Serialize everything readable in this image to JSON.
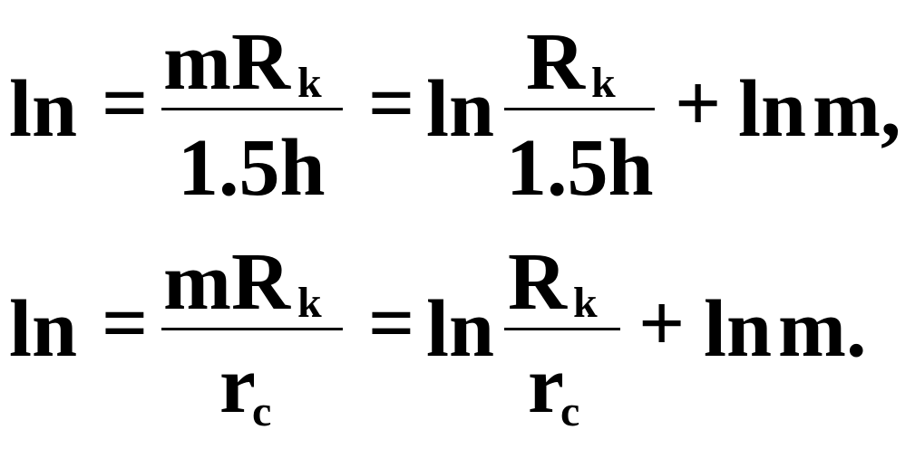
{
  "equations": [
    {
      "lhs": "ln",
      "eq1": "=",
      "frac1": {
        "num_main": "mR",
        "num_sub": "k",
        "den_main": "1.5h",
        "den_sub": ""
      },
      "eq2": "=",
      "ln2": "ln",
      "frac2": {
        "num_main": "R",
        "num_sub": "k",
        "den_main": "1.5h",
        "den_sub": ""
      },
      "plus": "+",
      "ln3": "ln",
      "tail": "m,"
    },
    {
      "lhs": "ln",
      "eq1": "=",
      "frac1": {
        "num_main": "mR",
        "num_sub": "k",
        "den_main": "r",
        "den_sub": "c"
      },
      "eq2": "=",
      "ln2": "ln",
      "frac2": {
        "num_main": "R",
        "num_sub": "k",
        "den_main": "r",
        "den_sub": "c"
      },
      "plus": "+",
      "ln3": "ln",
      "tail": "m."
    }
  ]
}
